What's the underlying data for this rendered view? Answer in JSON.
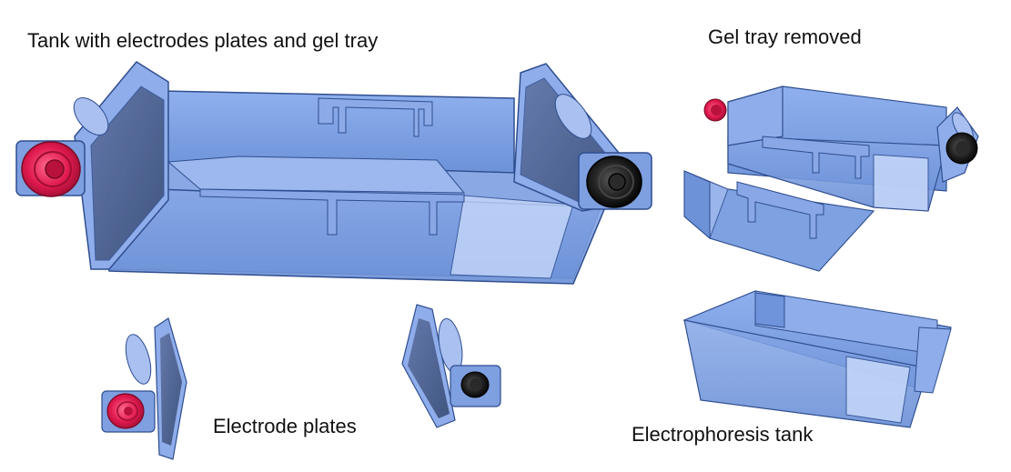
{
  "captions": {
    "main": "Tank with electrodes plates and gel tray",
    "tray_removed": "Gel tray removed",
    "electrode_plates": "Electrode plates",
    "tank": "Electrophoresis tank"
  },
  "colors": {
    "acrylic_fill": "#7fa3e6",
    "acrylic_dark": "#5a7fc7",
    "acrylic_light": "#b7cdf6",
    "edge": "#2f4e8f",
    "plate_dark": "#3b4f78",
    "red_jack": "#e0194e",
    "black_jack": "#1b1b1b"
  },
  "icons": {
    "red_terminal": "red-banana-jack-icon",
    "black_terminal": "black-banana-jack-icon"
  }
}
